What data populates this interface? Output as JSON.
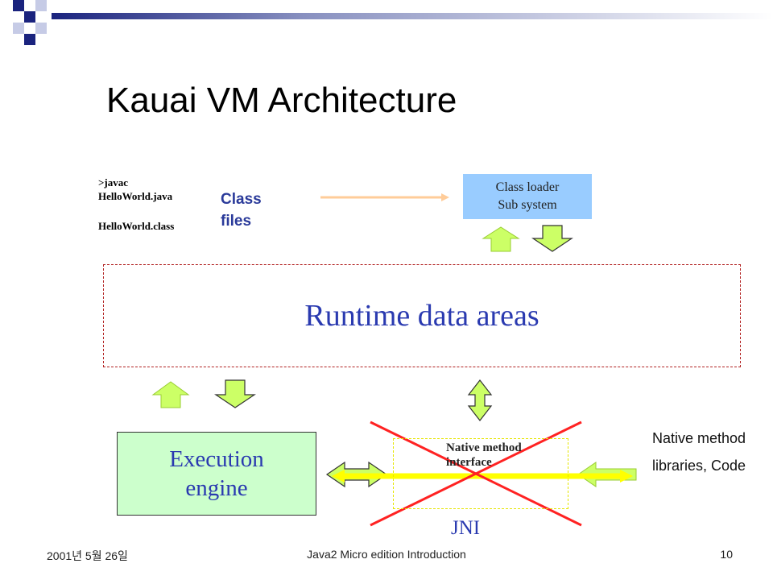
{
  "slide": {
    "title": "Kauai VM Architecture",
    "command_line": ">javac HelloWorld.java",
    "class_file": "HelloWorld.class",
    "class_files_label": "Class files",
    "class_loader": {
      "line1": "Class loader",
      "line2": "Sub system"
    },
    "runtime_data_areas": "Runtime data areas",
    "execution_engine": {
      "line1": "Execution",
      "line2": "engine"
    },
    "native_method_interface": "Native method interface",
    "jni_label": "JNI",
    "native_libraries": {
      "line1": "Native method",
      "line2": "libraries, Code"
    }
  },
  "footer": {
    "date": "2001년 5월 26일",
    "center_text": "Java2 Micro edition Introduction",
    "page_number": "10"
  },
  "colors": {
    "accent_blue": "#2a3ab0",
    "loader_fill": "#99ccff",
    "engine_fill": "#ccffcc",
    "arrow_green": "#ccff66",
    "cross_red": "#ff0000",
    "jni_yellow": "#ffff00"
  }
}
